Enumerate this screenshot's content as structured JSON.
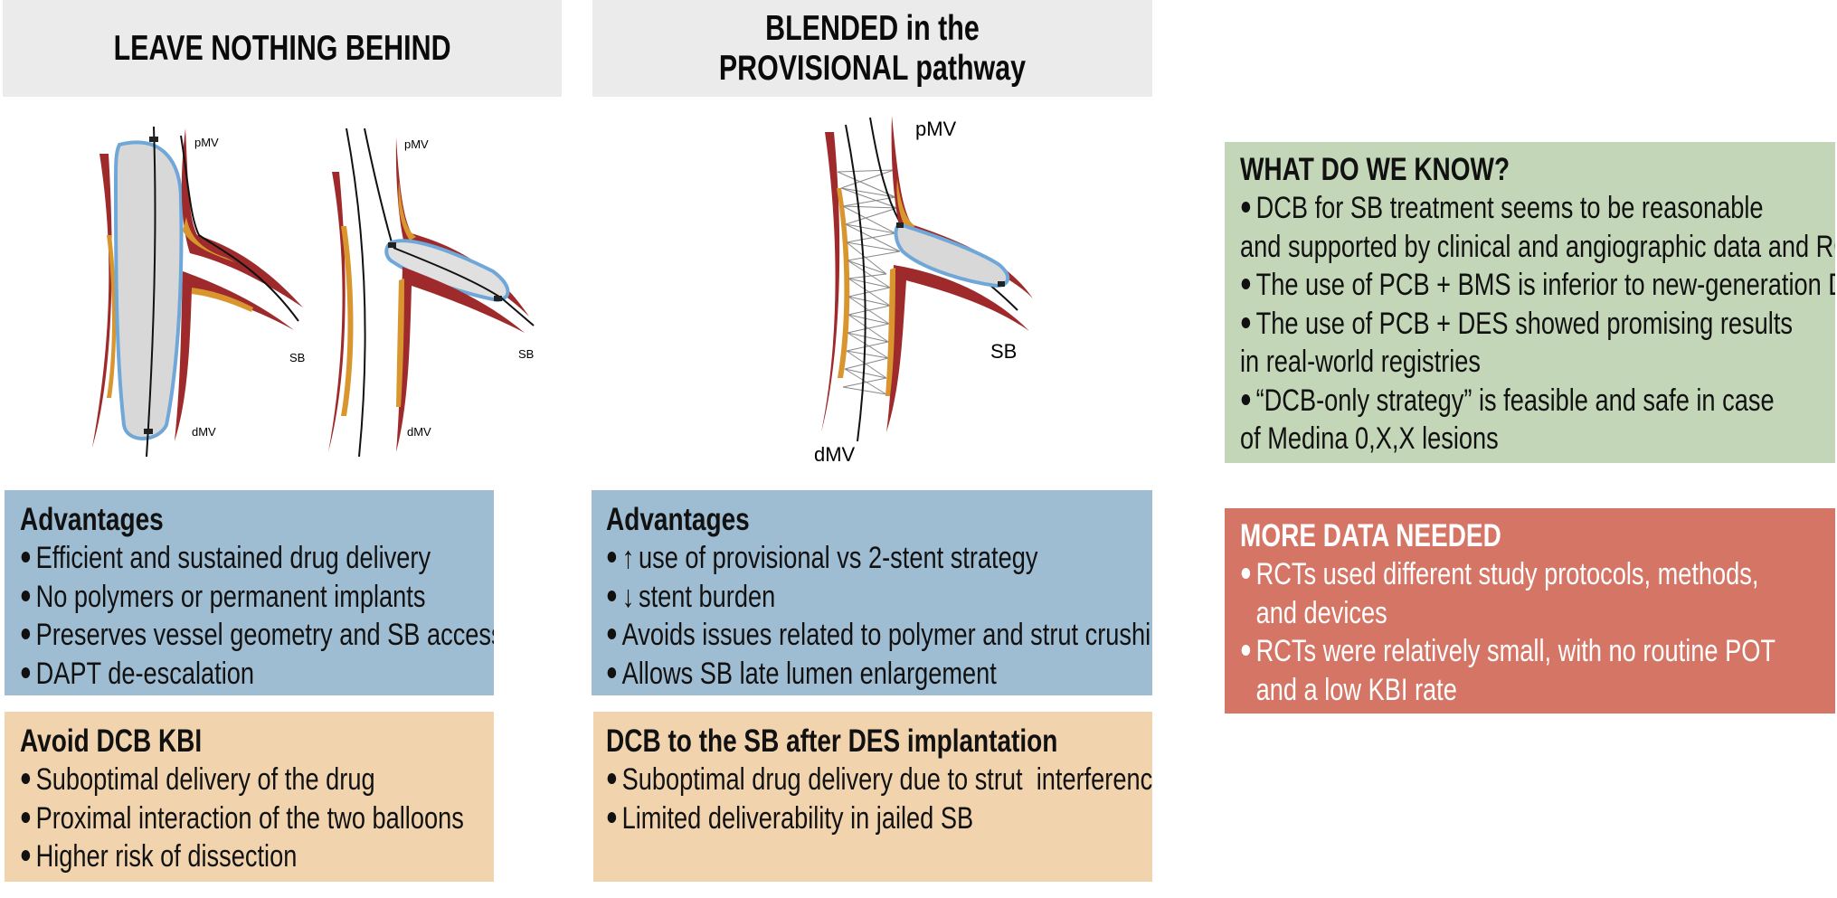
{
  "columns": [
    {
      "title_lines": [
        "LEAVE NOTHING BEHIND"
      ],
      "illustration_labels": {
        "left": {
          "top": "pMV",
          "side": "SB",
          "bottom": "dMV"
        },
        "right": {
          "top": "pMV",
          "side": "SB",
          "bottom": "dMV"
        }
      },
      "advantages": {
        "heading": "Advantages",
        "items": [
          "Efficient and sustained drug delivery",
          "No polymers or permanent implants",
          "Preserves vessel geometry and SB access",
          "DAPT de-escalation"
        ]
      },
      "caveats": {
        "heading": "Avoid DCB KBI",
        "items": [
          "Suboptimal delivery of the drug",
          "Proximal interaction of the two balloons",
          "Higher risk of dissection"
        ]
      }
    },
    {
      "title_lines": [
        "BLENDED in the",
        "PROVISIONAL pathway"
      ],
      "illustration_labels": {
        "top": "pMV",
        "side": "SB",
        "bottom": "dMV"
      },
      "advantages": {
        "heading": "Advantages",
        "items": [
          {
            "icon": "arrow-up-icon",
            "glyph": "↑",
            "text": "use of provisional vs 2-stent strategy"
          },
          {
            "icon": "arrow-down-icon",
            "glyph": "↓",
            "text": "stent burden"
          },
          {
            "text": "Avoids issues related to polymer and strut crushing"
          },
          {
            "text": "Allows SB late lumen enlargement"
          }
        ]
      },
      "caveats": {
        "heading": "DCB to the SB after DES implantation",
        "items": [
          "Suboptimal drug delivery due to strut  interference",
          "Limited deliverability in jailed SB"
        ]
      }
    }
  ],
  "know": {
    "heading": "WHAT DO WE KNOW?",
    "items": [
      {
        "first": "DCB for SB treatment seems to be reasonable",
        "cont": "and supported by clinical and angiographic data and RCTs"
      },
      {
        "first": "The use of PCB + BMS is inferior to new-generation DES"
      },
      {
        "first": "The use of PCB + DES showed promising results",
        "cont": "in real-world registries"
      },
      {
        "first": "“DCB-only strategy” is feasible and safe in case",
        "cont": "of Medina 0,X,X lesions"
      }
    ]
  },
  "needed": {
    "heading": "MORE DATA NEEDED",
    "items": [
      {
        "first": "RCTs used different study protocols, methods,",
        "cont": "and devices"
      },
      {
        "first": "RCTs were relatively small, with no routine POT",
        "cont": "and a low KBI rate"
      }
    ]
  },
  "colors": {
    "header_bg": "#ebebeb",
    "advantages_bg": "#9fbdd2",
    "caveats_bg": "#f1d4ae",
    "know_bg": "#c3d6b7",
    "needed_bg": "#d57565",
    "vessel_wall": "#9e2a2b",
    "plaque": "#d9962e",
    "balloon": "#d8d8d8",
    "balloon_edge": "#6fa8d8"
  }
}
